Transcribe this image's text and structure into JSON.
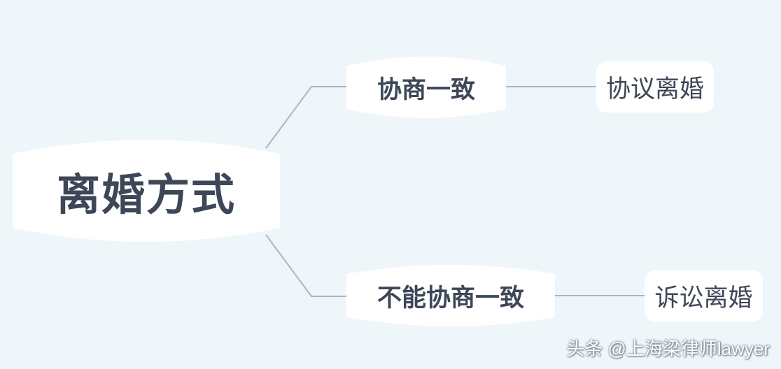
{
  "mindmap": {
    "root": {
      "label": "离婚方式"
    },
    "branches": [
      {
        "label": "协商一致",
        "child": {
          "label": "协议离婚"
        }
      },
      {
        "label": "不能协商一致",
        "child": {
          "label": "诉讼离婚"
        }
      }
    ]
  },
  "watermark": {
    "text": "头条 @上海梁律师lawyer"
  },
  "colors": {
    "background": "#eef6fa",
    "node_fill": "#ffffff",
    "connector": "#a8b6c6",
    "text": "#3d4757"
  }
}
